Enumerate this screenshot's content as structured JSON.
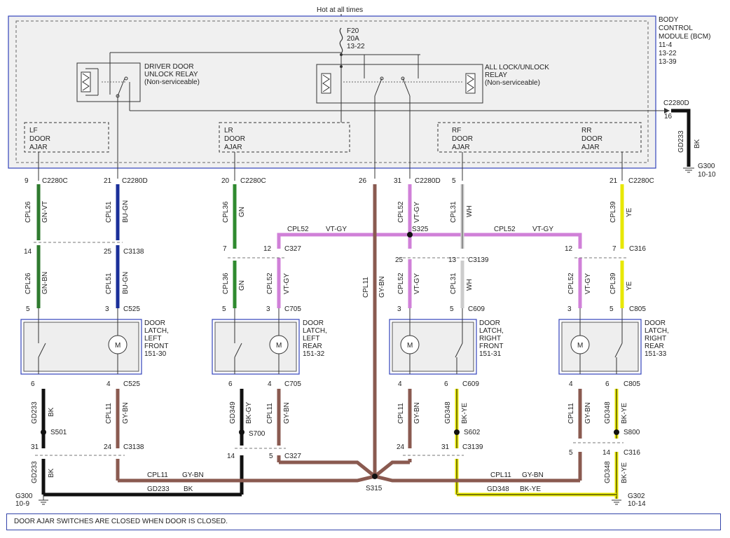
{
  "hot": "Hot at all times",
  "fuse": {
    "id": "F20",
    "rating": "20A",
    "ref": "13-22"
  },
  "bcm": {
    "l1": "BODY",
    "l2": "CONTROL",
    "l3": "MODULE (BCM)",
    "l4": "11-4",
    "l5": "13-22",
    "l6": "13-39"
  },
  "relay1": {
    "l1": "DRIVER DOOR",
    "l2": "UNLOCK RELAY",
    "l3": "(Non-serviceable)"
  },
  "relay2": {
    "l1": "ALL LOCK/UNLOCK",
    "l2": "RELAY",
    "l3": "(Non-serviceable)"
  },
  "ajar": {
    "lf": [
      "LF",
      "DOOR",
      "AJAR"
    ],
    "lr": [
      "LR",
      "DOOR",
      "AJAR"
    ],
    "rf": [
      "RF",
      "DOOR",
      "AJAR"
    ],
    "rr": [
      "RR",
      "DOOR",
      "AJAR"
    ]
  },
  "top_pins": {
    "p9": "9",
    "c1": "C2280C",
    "p21a": "21",
    "c2": "C2280D",
    "p20": "20",
    "c3": "C2280C",
    "p26": "26",
    "p31": "31",
    "c4": "C2280D",
    "p5": "5",
    "p21b": "21",
    "c5": "C2280C"
  },
  "right_out": {
    "conn": "C2280D",
    "pin": "16",
    "circuit": "GD233",
    "color": "BK",
    "gnd": "G300",
    "gref": "10-10"
  },
  "wires": {
    "cpl26": "CPL26",
    "gnvt": "GN-VT",
    "gnbn": "GN-BN",
    "cpl51": "CPL51",
    "bugn": "BU-GN",
    "cpl36": "CPL36",
    "gn": "GN",
    "cpl52": "CPL52",
    "vtgy": "VT-GY",
    "cpl31": "CPL31",
    "wh": "WH",
    "cpl39": "CPL39",
    "ye": "YE",
    "cpl11": "CPL11",
    "gybn": "GY-BN",
    "gd233": "GD233",
    "bk": "BK",
    "gd349": "GD349",
    "bkgy": "BK-GY",
    "gd348": "GD348",
    "bkye": "BK-YE"
  },
  "splices": {
    "s325": "S325",
    "s315": "S315",
    "s501": "S501",
    "s700": "S700",
    "s602": "S602",
    "s800": "S800"
  },
  "mid_conns": {
    "p14": "14",
    "c3138": "C3138",
    "p25": "25",
    "p7": "7",
    "p12": "12",
    "c327": "C327",
    "p25b": "25",
    "p13": "13",
    "c3139": "C3139",
    "p12b": "12",
    "p7b": "7",
    "c316": "C316"
  },
  "latch_conns": {
    "p5": "5",
    "p3": "3",
    "c525": "C525",
    "c705": "C705",
    "c609": "C609",
    "c805": "C805",
    "p6": "6",
    "p4": "4"
  },
  "latches": {
    "lf": [
      "DOOR",
      "LATCH,",
      "LEFT",
      "FRONT",
      "151-30"
    ],
    "lr": [
      "DOOR",
      "LATCH,",
      "LEFT",
      "REAR",
      "151-32"
    ],
    "rf": [
      "DOOR",
      "LATCH,",
      "RIGHT",
      "FRONT",
      "151-31"
    ],
    "rr": [
      "DOOR",
      "LATCH,",
      "RIGHT",
      "REAR",
      "151-33"
    ]
  },
  "motor": "M",
  "lower_conns": {
    "p31": "31",
    "p24": "24",
    "p14": "14",
    "p5": "5",
    "p24b": "24",
    "p31b": "31",
    "p5b": "5",
    "p14b": "14",
    "c3138": "C3138",
    "c327": "C327",
    "c3139": "C3139",
    "c316": "C316"
  },
  "grounds": {
    "g300": "G300",
    "g300ref": "10-9",
    "g302": "G302",
    "g302ref": "10-14"
  },
  "note": "DOOR AJAR SWITCHES ARE CLOSED WHEN DOOR IS CLOSED."
}
